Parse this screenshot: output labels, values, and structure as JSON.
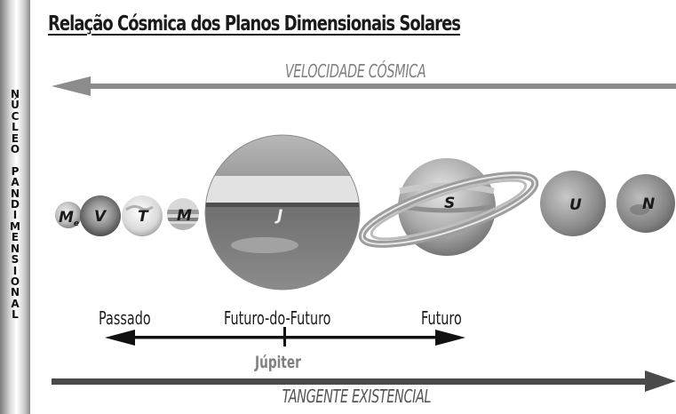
{
  "title": "Relação Cósmica dos Planos Dimensionais Solares",
  "side_label": [
    "N",
    "Ú",
    "C",
    "L",
    "E",
    "O",
    "",
    "P",
    "A",
    "N",
    "D",
    "I",
    "M",
    "E",
    "N",
    "S",
    "I",
    "O",
    "N",
    "A",
    "L"
  ],
  "top_arrow_label": "VELOCIDADE CÓSMICA",
  "bottom_arrow_label": "TANGENTE EXISTENCIAL",
  "planets": [
    {
      "key": "mercury",
      "label": "M",
      "sub": "e"
    },
    {
      "key": "venus",
      "label": "V"
    },
    {
      "key": "earth",
      "label": "T"
    },
    {
      "key": "mars",
      "label": "M"
    },
    {
      "key": "jupiter",
      "label": "J"
    },
    {
      "key": "saturn",
      "label": "S"
    },
    {
      "key": "uranus",
      "label": "U"
    },
    {
      "key": "neptune",
      "label": "N"
    }
  ],
  "timeline": {
    "past": "Passado",
    "future_of_future": "Futuro-do-Futuro",
    "future": "Futuro",
    "center": "Júpiter"
  },
  "colors": {
    "dark_arrow": "#4a4a4a",
    "light_arrow": "#8c8c8c",
    "text": "#1a1a1a"
  }
}
